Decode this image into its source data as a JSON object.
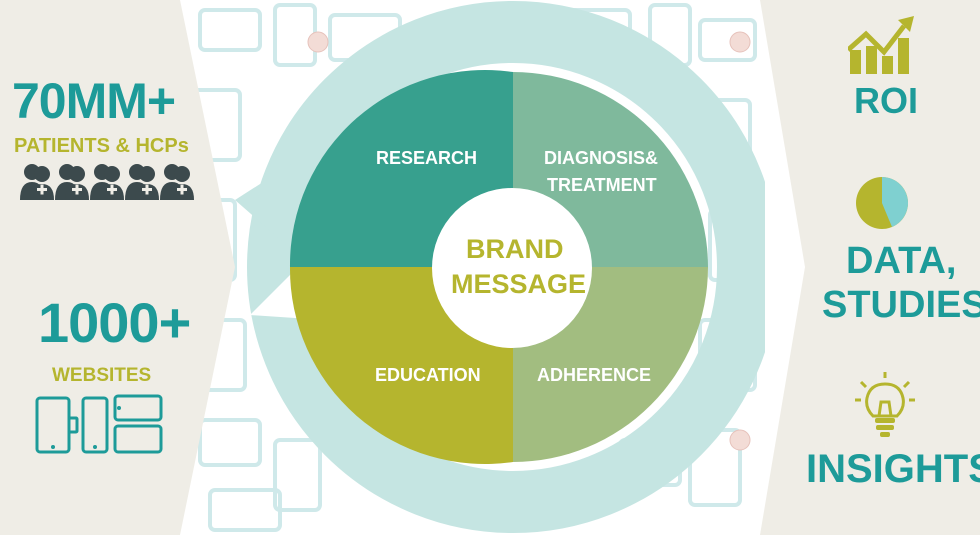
{
  "left": {
    "stat1_value": "70MM+",
    "stat1_label": "PATIENTS & HCPs",
    "stat2_value": "1000+",
    "stat2_label": "WEBSITES"
  },
  "wheel": {
    "center_line1": "BRAND",
    "center_line2": "MESSAGE",
    "quadrants": [
      {
        "line1": "RESEARCH",
        "line2": ""
      },
      {
        "line1": "DIAGNOSIS&",
        "line2": "TREATMENT"
      },
      {
        "line1": "EDUCATION",
        "line2": ""
      },
      {
        "line1": "ADHERENCE",
        "line2": ""
      }
    ]
  },
  "right": {
    "item1": "ROI",
    "item2_line1": "DATA,",
    "item2_line2": "STUDIES",
    "item3": "INSIGHTS"
  },
  "colors": {
    "teal": "#1d9b99",
    "dark_teal": "#37a08e",
    "sage": "#7fb99c",
    "olive": "#b5b52e",
    "light_green": "#a2bd80",
    "ring": "#c5e5e2",
    "panel": "#efede6",
    "icon_gray": "#3c4a4d"
  },
  "icons": [
    "patients-icon",
    "devices-icon",
    "roi-chart-icon",
    "pie-chart-icon",
    "lightbulb-icon"
  ]
}
